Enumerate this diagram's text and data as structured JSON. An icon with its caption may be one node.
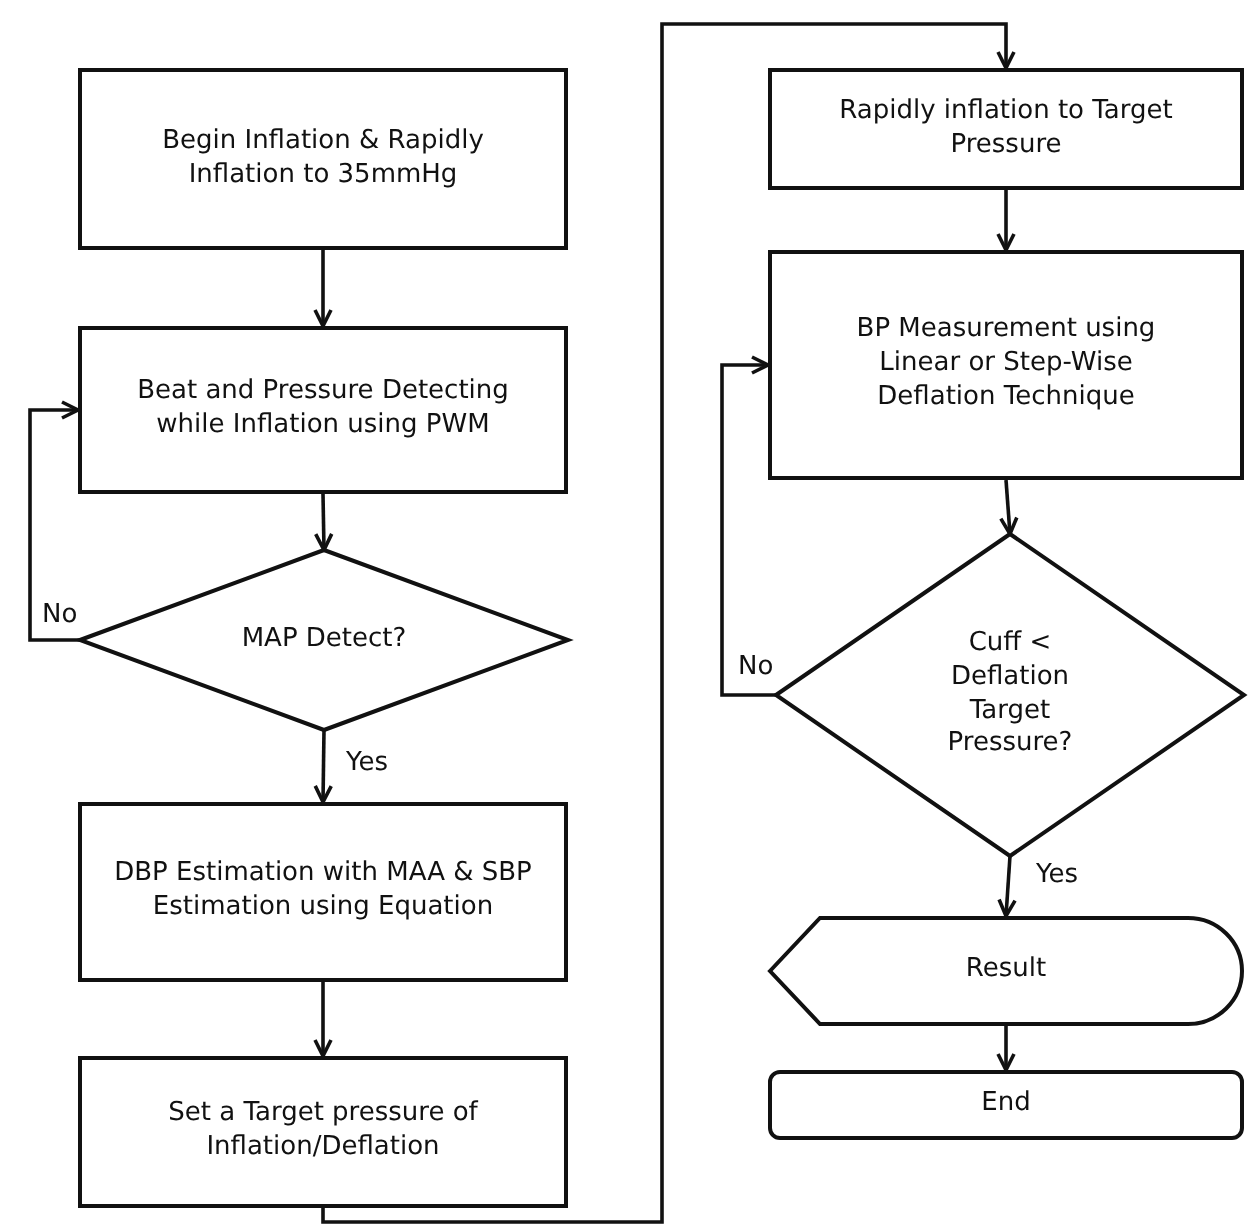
{
  "diagram": {
    "nodes": [
      {
        "text": [
          "Begin Inflation & Rapidly Inflation to 35mmHg"
        ]
      },
      {
        "text": [
          "Beat and Pressure Detecting while Inflation using PWM"
        ]
      },
      {
        "text": [
          "MAP Detect?"
        ]
      },
      {
        "text": [
          "DBP Estimation with MAA & SBP Estimation using Equation"
        ]
      },
      {
        "text": [
          "Set a Target pressure of Inflation/Deflation"
        ]
      },
      {
        "text": [
          "Rapidly inflation to Target Pressure"
        ]
      },
      {
        "text": [
          "BP Measurement using Linear or Step-Wise Deflation Technique"
        ]
      },
      {
        "text": [
          "Cuff < Deflation Target Pressure?"
        ]
      },
      {
        "text": [
          "Result"
        ]
      },
      {
        "text": [
          "End"
        ]
      }
    ],
    "edges": [
      {
        "from": 0,
        "to": 1,
        "arrow": "to"
      },
      {
        "from": 1,
        "to": 2,
        "arrow": "to"
      },
      {
        "from": 2,
        "to": 1,
        "arrow": "to",
        "label": "No"
      },
      {
        "from": 2,
        "to": 3,
        "arrow": "to",
        "label": "Yes"
      },
      {
        "from": 3,
        "to": 4,
        "arrow": "to"
      },
      {
        "from": 4,
        "to": 5,
        "arrow": "to"
      },
      {
        "from": 5,
        "to": 6,
        "arrow": "to"
      },
      {
        "from": 6,
        "to": 7,
        "arrow": "to"
      },
      {
        "from": 7,
        "to": 6,
        "arrow": "to",
        "label": "No"
      },
      {
        "from": 7,
        "to": 8,
        "arrow": "to",
        "label": "Yes"
      },
      {
        "from": 8,
        "to": 9,
        "arrow": "to"
      }
    ]
  }
}
